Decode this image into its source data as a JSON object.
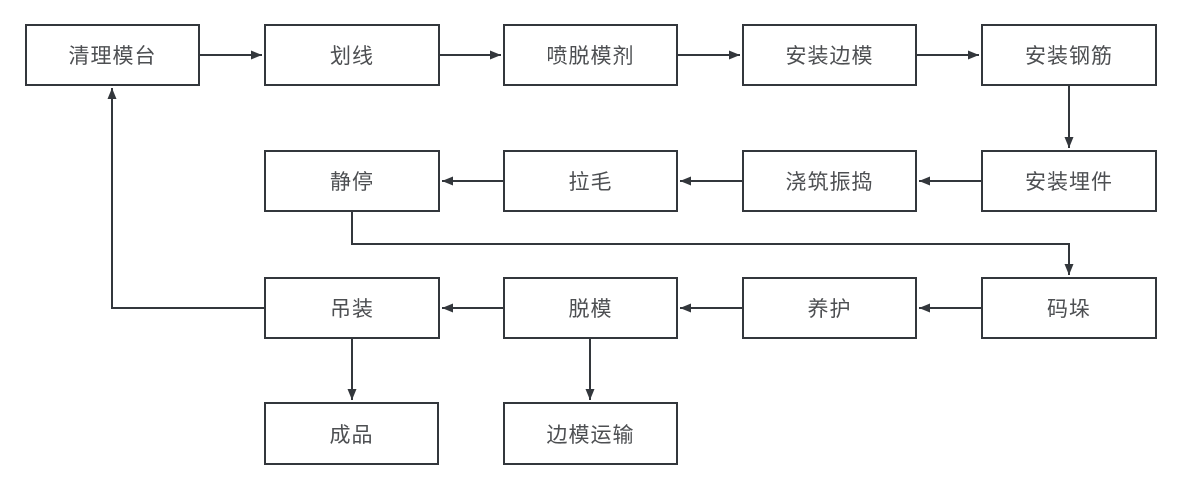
{
  "diagram": {
    "type": "flowchart",
    "background_color": "#ffffff",
    "node_fill_color": "#ffffff",
    "stroke_color": "#33373c",
    "text_color": "#4d4f52",
    "nodes": [
      {
        "id": "clean-platform",
        "label": "清理模台"
      },
      {
        "id": "scribing",
        "label": "划线"
      },
      {
        "id": "spray-release-agent",
        "label": "喷脱模剂"
      },
      {
        "id": "install-side-mold",
        "label": "安装边模"
      },
      {
        "id": "install-rebar",
        "label": "安装钢筋"
      },
      {
        "id": "install-embeds",
        "label": "安装埋件"
      },
      {
        "id": "pour-vibrate",
        "label": "浇筑振捣"
      },
      {
        "id": "raking",
        "label": "拉毛"
      },
      {
        "id": "static-rest",
        "label": "静停"
      },
      {
        "id": "stacking",
        "label": "码垛"
      },
      {
        "id": "curing",
        "label": "养护"
      },
      {
        "id": "demold",
        "label": "脱模"
      },
      {
        "id": "hoist",
        "label": "吊装"
      },
      {
        "id": "finished-product",
        "label": "成品"
      },
      {
        "id": "side-mold-transport",
        "label": "边模运输"
      }
    ],
    "edges": [
      {
        "from": "clean-platform",
        "to": "scribing"
      },
      {
        "from": "scribing",
        "to": "spray-release-agent"
      },
      {
        "from": "spray-release-agent",
        "to": "install-side-mold"
      },
      {
        "from": "install-side-mold",
        "to": "install-rebar"
      },
      {
        "from": "install-rebar",
        "to": "install-embeds"
      },
      {
        "from": "install-embeds",
        "to": "pour-vibrate"
      },
      {
        "from": "pour-vibrate",
        "to": "raking"
      },
      {
        "from": "raking",
        "to": "static-rest"
      },
      {
        "from": "static-rest",
        "to": "stacking"
      },
      {
        "from": "stacking",
        "to": "curing"
      },
      {
        "from": "curing",
        "to": "demold"
      },
      {
        "from": "demold",
        "to": "hoist"
      },
      {
        "from": "hoist",
        "to": "clean-platform"
      },
      {
        "from": "hoist",
        "to": "finished-product"
      },
      {
        "from": "demold",
        "to": "side-mold-transport"
      }
    ]
  }
}
